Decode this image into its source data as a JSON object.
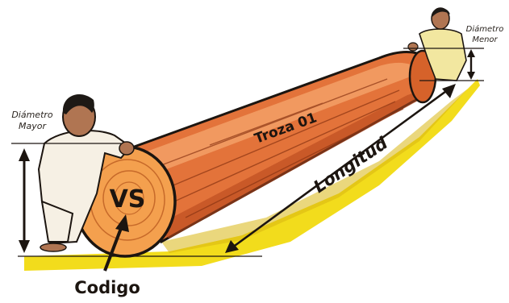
{
  "labels": {
    "diameter_major": [
      "Diámetro",
      "Mayor"
    ],
    "diameter_minor": [
      "Diámetro",
      "Menor"
    ],
    "log_name": "Troza 01",
    "length": "Longitud",
    "code_mark": "VS",
    "code": "Codigo"
  },
  "colors": {
    "ground": "#f2dc1c",
    "log_bark": "#e3733a",
    "log_highlight": "#f4a36a",
    "log_shadow": "#b8481d",
    "cut_face": "#f4a04e",
    "ink": "#1c1510",
    "shirt": "#f6f0e4",
    "skin": "#b07552",
    "hair": "#1d1915"
  }
}
